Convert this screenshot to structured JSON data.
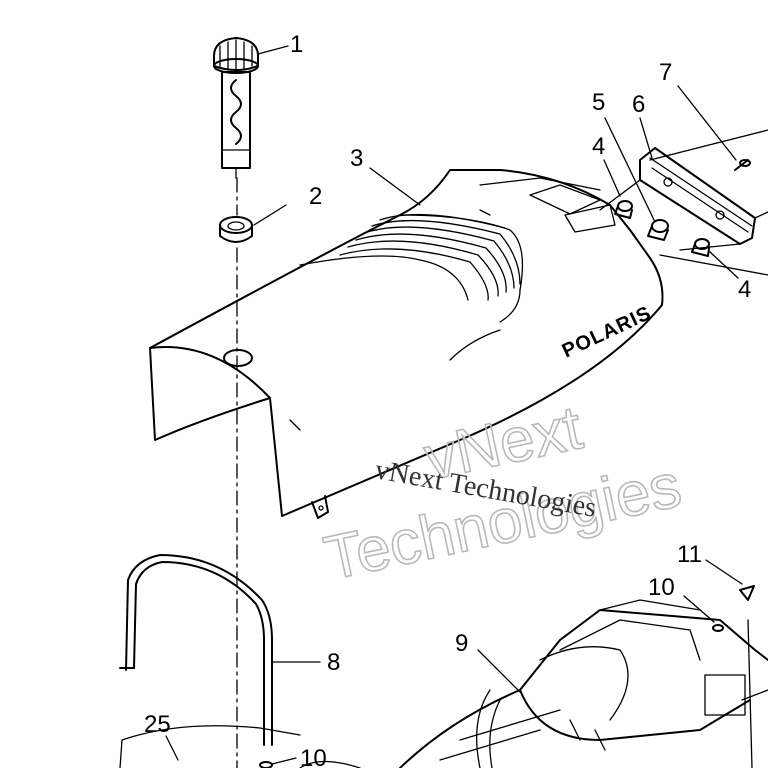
{
  "callouts": {
    "c1": "1",
    "c2": "2",
    "c3": "3",
    "c4a": "4",
    "c4b": "4",
    "c5": "5",
    "c6": "6",
    "c7": "7",
    "c8": "8",
    "c9": "9",
    "c10a": "10",
    "c10b": "10",
    "c11": "11",
    "c25": "25"
  },
  "brand_logo": "POLARIS",
  "watermark": {
    "outline_line1": "vNext",
    "outline_line2": "Technologies",
    "serif_text": "vNext Technologies"
  }
}
